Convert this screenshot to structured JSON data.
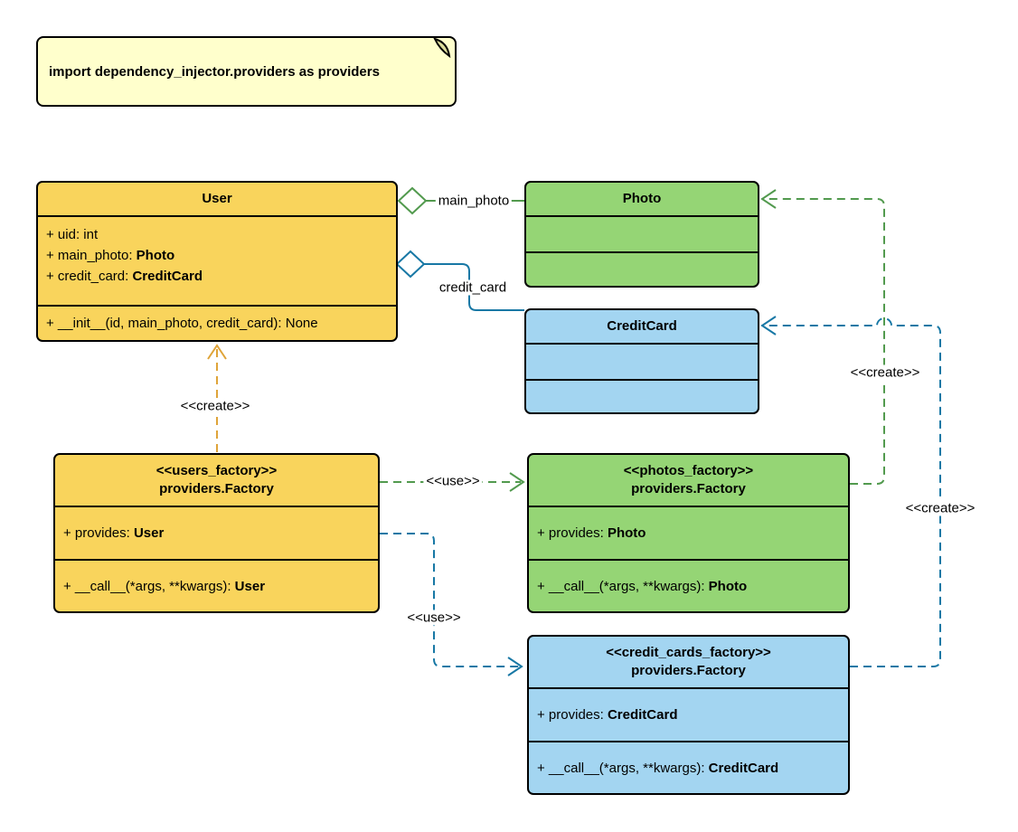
{
  "colors": {
    "yellow_fill": "#F9D45C",
    "green_fill": "#95D575",
    "blue_fill": "#A3D5F1",
    "note_fill": "#FFFFCC",
    "note_fold": "#DBDB9A",
    "border": "#000000",
    "green_line": "#529A4E",
    "teal_line": "#1878A5",
    "gold_line": "#DFA439"
  },
  "note": {
    "text": "import dependency_injector.providers as providers"
  },
  "classes": {
    "user": {
      "title": "User",
      "attributes": [
        {
          "text": "+ uid: int",
          "type": ""
        },
        {
          "text": "+ main_photo: ",
          "type": "Photo"
        },
        {
          "text": "+ credit_card: ",
          "type": "CreditCard"
        }
      ],
      "methods": [
        {
          "text": "+ __init__(id, main_photo, credit_card): None",
          "type": ""
        }
      ]
    },
    "photo": {
      "title": "Photo"
    },
    "credit_card": {
      "title": "CreditCard"
    },
    "users_factory": {
      "stereotype": "<<users_factory>>",
      "title": "providers.Factory",
      "attributes": [
        {
          "text": "+ provides: ",
          "type": "User"
        }
      ],
      "methods": [
        {
          "text": "+ __call__(*args, **kwargs): ",
          "type": "User"
        }
      ]
    },
    "photos_factory": {
      "stereotype": "<<photos_factory>>",
      "title": "providers.Factory",
      "attributes": [
        {
          "text": "+ provides: ",
          "type": "Photo"
        }
      ],
      "methods": [
        {
          "text": "+ __call__(*args, **kwargs): ",
          "type": "Photo"
        }
      ]
    },
    "credit_cards_factory": {
      "stereotype": "<<credit_cards_factory>>",
      "title": "providers.Factory",
      "attributes": [
        {
          "text": "+ provides: ",
          "type": "CreditCard"
        }
      ],
      "methods": [
        {
          "text": "+ __call__(*args, **kwargs): ",
          "type": "CreditCard"
        }
      ]
    }
  },
  "edges": {
    "main_photo": {
      "label": "main_photo"
    },
    "credit_card": {
      "label": "credit_card"
    },
    "user_create": {
      "label": "<<create>>"
    },
    "photos_use": {
      "label": "<<use>>"
    },
    "credit_cards_use": {
      "label": "<<use>>"
    },
    "photo_create": {
      "label": "<<create>>"
    },
    "credit_card_create": {
      "label": "<<create>>"
    }
  }
}
